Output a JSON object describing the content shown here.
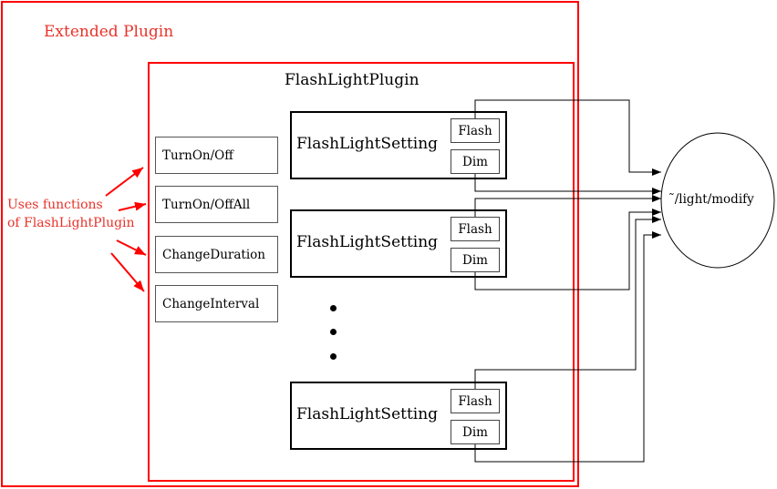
{
  "extended_plugin": {
    "title": "Extended Plugin"
  },
  "flashlight_plugin": {
    "title": "FlashLightPlugin"
  },
  "uses_note": {
    "line1": "Uses functions",
    "line2": "of FlashLightPlugin"
  },
  "functions": [
    {
      "label": "TurnOn/Off"
    },
    {
      "label": "TurnOn/OffAll"
    },
    {
      "label": "ChangeDuration"
    },
    {
      "label": "ChangeInterval"
    }
  ],
  "settings": [
    {
      "label": "FlashLightSetting",
      "flash": "Flash",
      "dim": "Dim"
    },
    {
      "label": "FlashLightSetting",
      "flash": "Flash",
      "dim": "Dim"
    },
    {
      "label": "FlashLightSetting",
      "flash": "Flash",
      "dim": "Dim"
    }
  ],
  "target": {
    "label": "˜/light/modify"
  },
  "colors": {
    "red": "#ff0000",
    "red_text": "#e8332a",
    "black": "#000000"
  }
}
